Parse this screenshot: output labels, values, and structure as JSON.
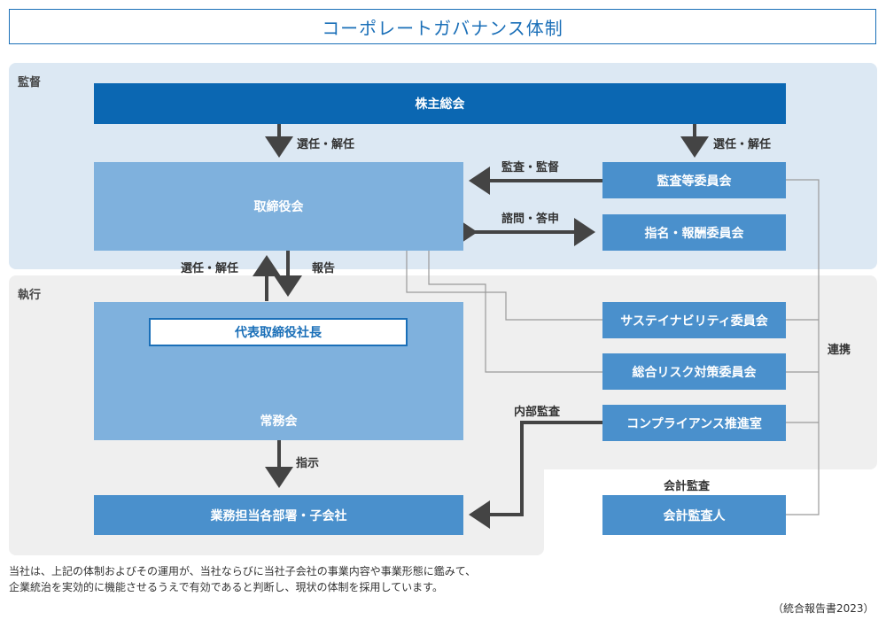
{
  "title": "コーポレートガバナンス体制",
  "sections": {
    "kansa": "監督",
    "shikko": "執行"
  },
  "boxes": {
    "shareholders": "株主総会",
    "board": "取締役会",
    "audit_committee": "監査等委員会",
    "nomination_committee": "指名・報酬委員会",
    "president": "代表取締役社長",
    "executive_committee": "常務会",
    "sustainability": "サステイナビリティ委員会",
    "risk": "総合リスク対策委員会",
    "compliance": "コンプライアンス推進室",
    "business_units": "業務担当各部署・子会社",
    "auditor": "会計監査人"
  },
  "labels": {
    "elect_left": "選任・解任",
    "elect_right": "選任・解任",
    "audit_supervise": "監査・監督",
    "consult": "諮問・答申",
    "elect_board": "選任・解任",
    "report": "報告",
    "instruct": "指示",
    "internal_audit": "内部監査",
    "accounting_audit": "会計監査",
    "cooperation": "連携"
  },
  "note": {
    "line1": "当社は、上記の体制およびその運用が、当社ならびに当社子会社の事業内容や事業形態に鑑みて、",
    "line2": "企業統治を実効的に機能させるうえで有効であると判断し、現状の体制を採用しています。"
  },
  "source": "（統合報告書2023）",
  "colors": {
    "dark": "#0b67b2",
    "mid": "#4a90cc",
    "light": "#7fb1dd",
    "arrow": "#444444",
    "line": "#9a9a9a"
  }
}
